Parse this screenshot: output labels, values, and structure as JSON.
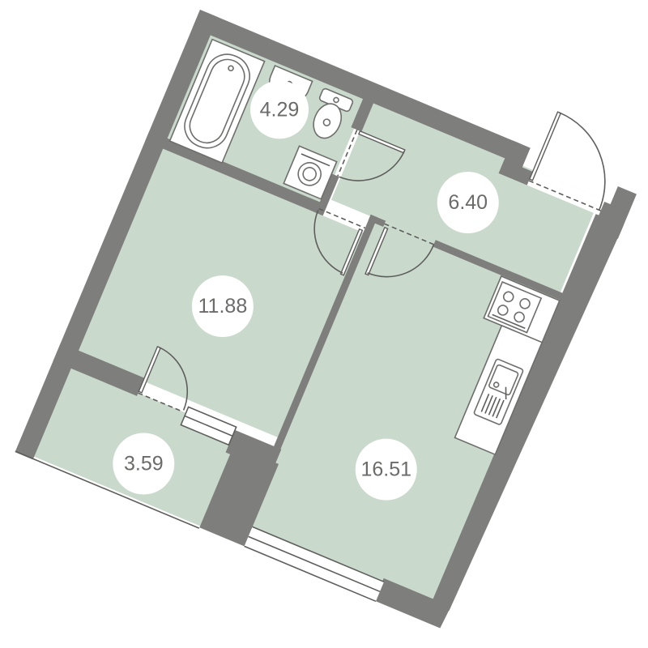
{
  "plan": {
    "type": "apartment-floor-plan",
    "orientation_deg": 22.7,
    "colors": {
      "room_fill": "#c9d9cc",
      "wall": "#7e7e7c",
      "fixture_fill": "#ffffff",
      "line": "#5e5e5c",
      "label_bg": "#ffffff",
      "label_text": "#6b6b69",
      "background": "#ffffff"
    },
    "rooms": [
      {
        "id": "bathroom",
        "area": "4.29",
        "fixtures": [
          "bathtub-icon",
          "sink-icon",
          "toilet-icon",
          "washing-machine-icon"
        ]
      },
      {
        "id": "hallway",
        "area": "6.40",
        "fixtures": []
      },
      {
        "id": "bedroom",
        "area": "11.88",
        "fixtures": []
      },
      {
        "id": "balcony",
        "area": "3.59",
        "fixtures": []
      },
      {
        "id": "kitchen-living",
        "area": "16.51",
        "fixtures": [
          "stove-icon",
          "kitchen-sink-icon"
        ]
      }
    ]
  }
}
